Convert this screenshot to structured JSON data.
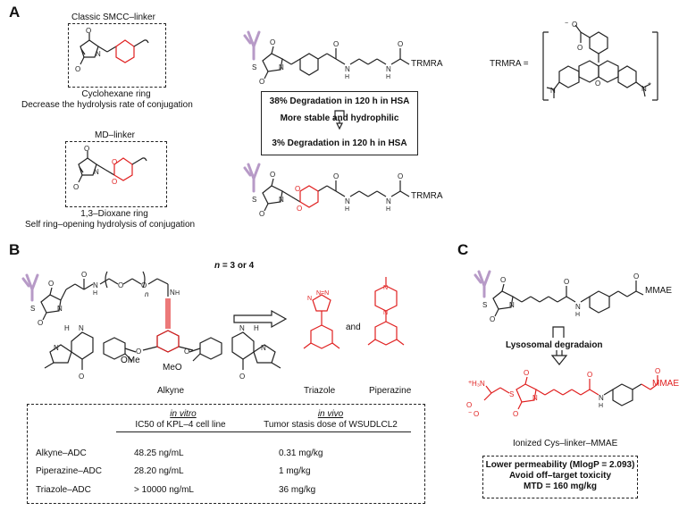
{
  "panels": {
    "a": "A",
    "b": "B",
    "c": "C"
  },
  "a": {
    "smcc_title": "Classic SMCC–linker",
    "smcc_ring": "Cyclohexane ring",
    "smcc_note": "Decrease the hydrolysis rate of conjugation",
    "md_title": "MD–linker",
    "md_ring": "1,3–Dioxane ring",
    "md_note": "Self ring–opening hydrolysis of conjugation",
    "tmr_label": "TRMRA",
    "box_line1": "38% Degradation in 120 h in HSA",
    "box_line2": "More stable and hydrophilic",
    "box_line3": "3% Degradation in 120 h in HSA",
    "trmra_eq": "TRMRA ="
  },
  "b": {
    "n_label": "n",
    "n_values": " = 3 or 4",
    "alkyne": "Alkyne",
    "triazole": "Triazole",
    "piperazine": "Piperazine",
    "and": "and",
    "ome": "OMe",
    "meo": "MeO",
    "table": {
      "col1_head": "in vitro",
      "col1_sub": "IC50 of KPL–4 cell line",
      "col2_head": "in vivo",
      "col2_sub": "Tumor stasis dose of WSUDLCL2",
      "rows": [
        {
          "name": "Alkyne–ADC",
          "ic50": "48.25 ng/mL",
          "dose": "0.31 mg/kg"
        },
        {
          "name": "Piperazine–ADC",
          "ic50": "28.20 ng/mL",
          "dose": "1 mg/kg"
        },
        {
          "name": "Triazole–ADC",
          "ic50": "> 10000 ng/mL",
          "dose": "36 mg/kg"
        }
      ]
    }
  },
  "c": {
    "mmae": "MMAE",
    "degradation": "Lysosomal degradaion",
    "product": "Ionized Cys–linker–MMAE",
    "box_line1": "Lower permeability (MlogP = 2.093)",
    "box_line2": "Avoid off–target toxicity",
    "box_line3": "MTD = 160 mg/kg"
  },
  "colors": {
    "highlight": "#e02020",
    "antibody": "#b79ac7"
  }
}
